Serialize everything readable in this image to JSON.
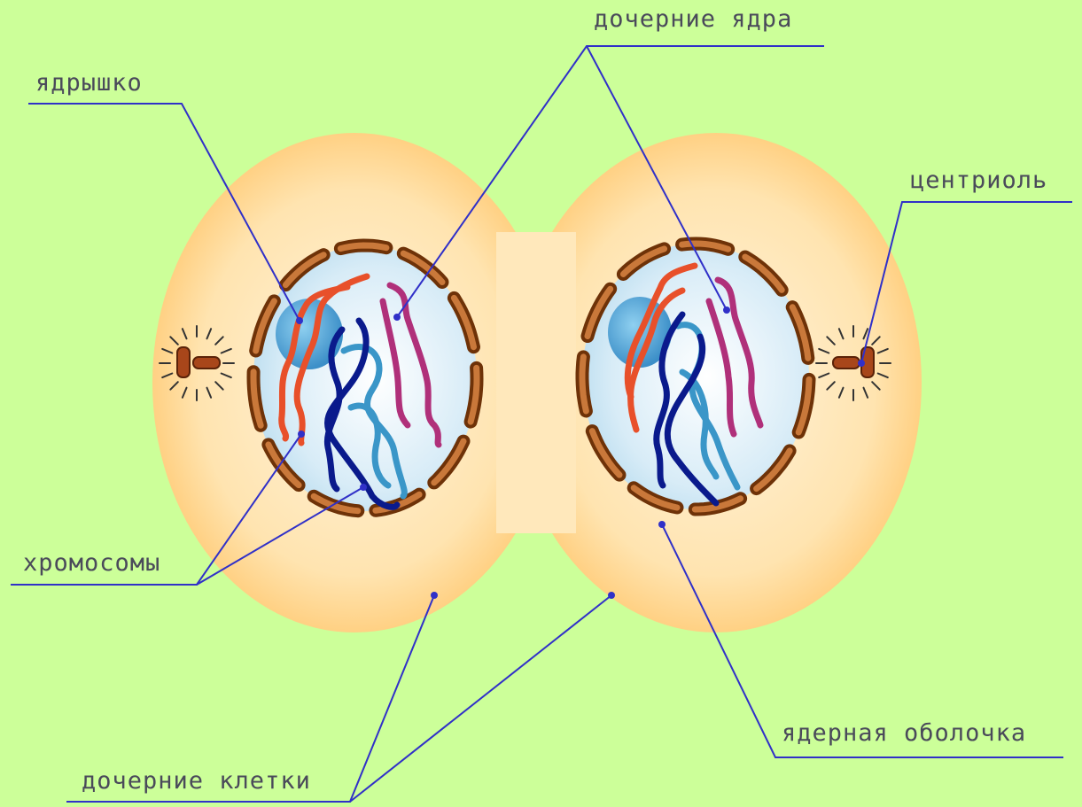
{
  "labels": {
    "nucleolus": "ядрышко",
    "daughter_nuclei": "дочерние ядра",
    "centriole": "центриоль",
    "chromosomes": "хромосомы",
    "nuclear_envelope": "ядерная оболочка",
    "daughter_cells": "дочерние клетки"
  },
  "colors": {
    "background": "#ccff99",
    "cytoplasm": "#ffd98a",
    "nucleus": "#cfe8f5",
    "nuclear_envelope": "#b3621f",
    "nucleolus": "#4aa3d6",
    "leader_line": "#3030c8",
    "chromosome_red": "#e8502a",
    "chromosome_purple": "#b0307a",
    "chromosome_navy": "#0a1a8c",
    "chromosome_teal": "#3a96c8"
  }
}
